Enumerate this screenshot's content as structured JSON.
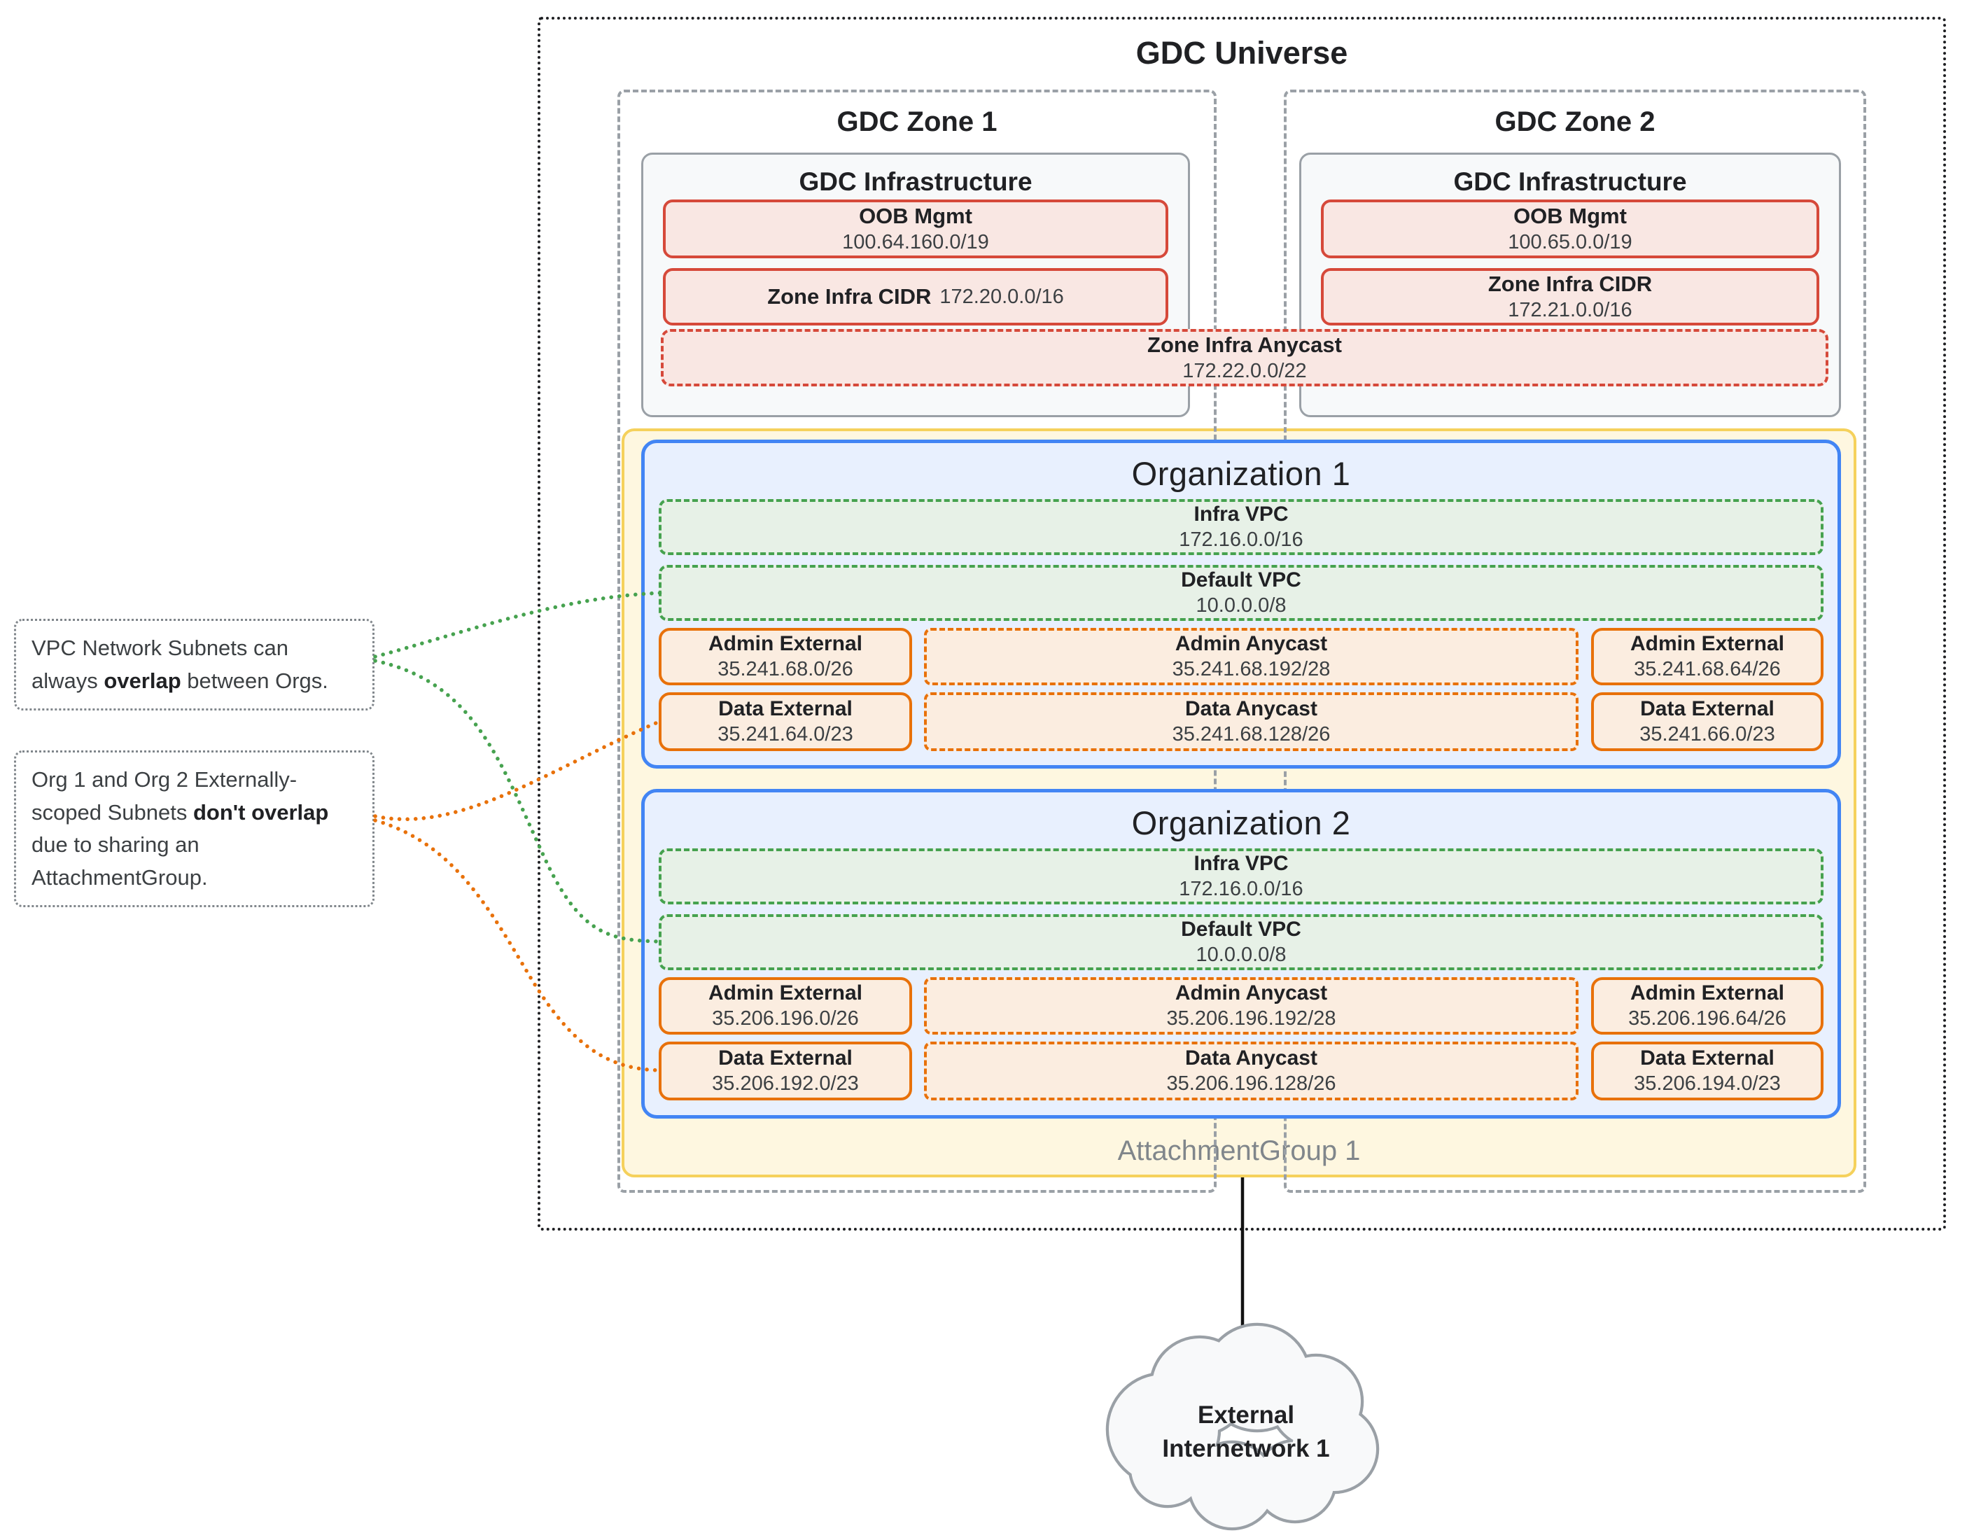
{
  "universe": {
    "title": "GDC Universe"
  },
  "zones": [
    {
      "title": "GDC Zone 1",
      "infra_title": "GDC Infrastructure",
      "oob_label": "OOB Mgmt",
      "oob_cidr": "100.64.160.0/19",
      "cidr_label": "Zone Infra CIDR",
      "cidr_value": "172.20.0.0/16"
    },
    {
      "title": "GDC Zone 2",
      "infra_title": "GDC Infrastructure",
      "oob_label": "OOB Mgmt",
      "oob_cidr": "100.65.0.0/19",
      "cidr_label": "Zone Infra CIDR",
      "cidr_value": "172.21.0.0/16"
    }
  ],
  "anycast": {
    "label": "Zone Infra Anycast",
    "cidr": "172.22.0.0/22"
  },
  "organizations": [
    {
      "title": "Organization 1",
      "infra_vpc_label": "Infra VPC",
      "infra_vpc_cidr": "172.16.0.0/16",
      "default_vpc_label": "Default VPC",
      "default_vpc_cidr": "10.0.0.0/8",
      "subnets": [
        {
          "label": "Admin External",
          "cidr": "35.241.68.0/26"
        },
        {
          "label": "Admin Anycast",
          "cidr": "35.241.68.192/28"
        },
        {
          "label": "Admin External",
          "cidr": "35.241.68.64/26"
        },
        {
          "label": "Data External",
          "cidr": "35.241.64.0/23"
        },
        {
          "label": "Data Anycast",
          "cidr": "35.241.68.128/26"
        },
        {
          "label": "Data External",
          "cidr": "35.241.66.0/23"
        }
      ]
    },
    {
      "title": "Organization 2",
      "infra_vpc_label": "Infra VPC",
      "infra_vpc_cidr": "172.16.0.0/16",
      "default_vpc_label": "Default VPC",
      "default_vpc_cidr": "10.0.0.0/8",
      "subnets": [
        {
          "label": "Admin External",
          "cidr": "35.206.196.0/26"
        },
        {
          "label": "Admin Anycast",
          "cidr": "35.206.196.192/28"
        },
        {
          "label": "Admin External",
          "cidr": "35.206.196.64/26"
        },
        {
          "label": "Data External",
          "cidr": "35.206.192.0/23"
        },
        {
          "label": "Data Anycast",
          "cidr": "35.206.196.128/26"
        },
        {
          "label": "Data External",
          "cidr": "35.206.194.0/23"
        }
      ]
    }
  ],
  "attachment_group": {
    "label": "AttachmentGroup 1"
  },
  "annotations": [
    {
      "pre": "VPC Network Subnets can always ",
      "bold": "overlap",
      "post": " between Orgs."
    },
    {
      "pre": "Org 1 and Org 2 Externally-scoped Subnets ",
      "bold": "don't overlap",
      "post": " due to sharing an AttachmentGroup."
    }
  ],
  "cloud": {
    "line1": "External",
    "line2": "Internetwork 1"
  },
  "colors": {
    "red_border": "#d6493a",
    "red_fill": "#f9e7e3",
    "green_border": "#46a24f",
    "green_fill": "#e7f1e7",
    "orange_border": "#e8710a",
    "orange_fill": "#fbede0",
    "blue_border": "#4285f4",
    "blue_fill": "#e8f0fe",
    "yellow_border": "#f5d15c",
    "yellow_fill": "#fef7e0",
    "gray_border": "#9aa0a6",
    "muted_text": "#80868b"
  }
}
